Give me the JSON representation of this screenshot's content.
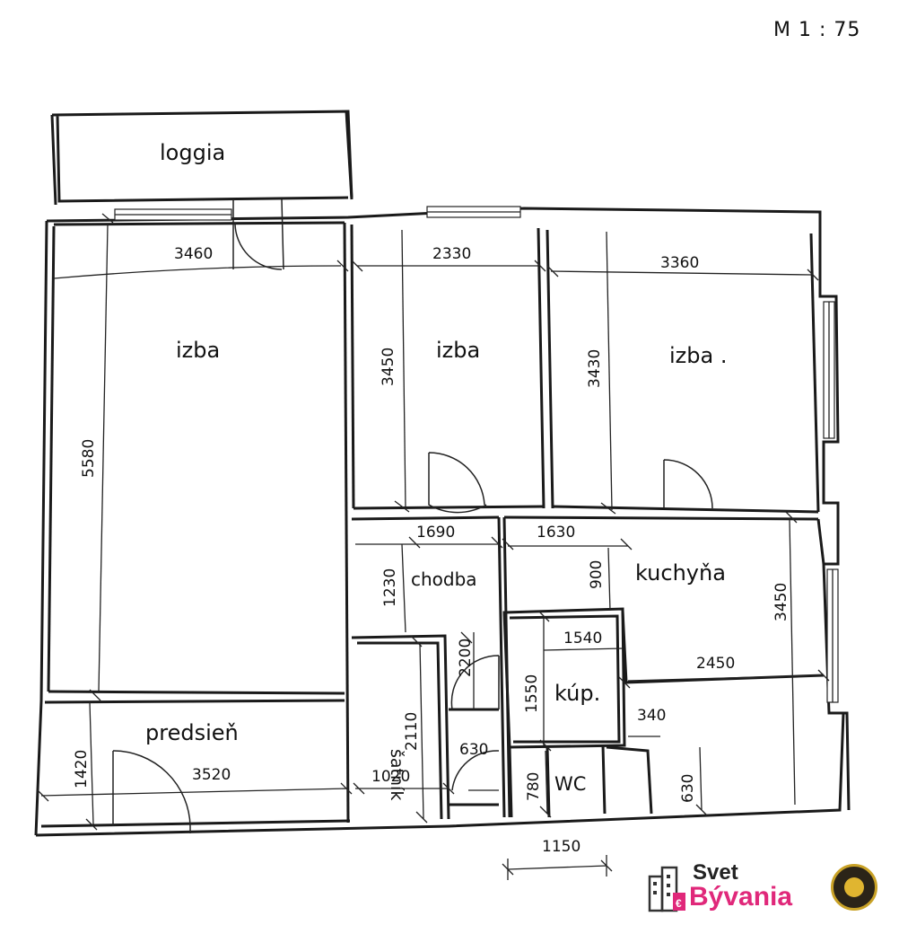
{
  "scale": "M 1 : 75",
  "rooms": {
    "loggia": "loggia",
    "izba1": "izba",
    "izba2": "izba",
    "izba3": "izba .",
    "chodba": "chodba",
    "kuchyna": "kuchyňa",
    "satnik": "šatník",
    "kup": "kúp.",
    "wc": "WC",
    "predsien": "predsieň"
  },
  "dims": {
    "d3460": "3460",
    "d2330": "2330",
    "d3360": "3360",
    "d5580": "5580",
    "d3450a": "3450",
    "d3430": "3430",
    "d1690": "1690",
    "d1630": "1630",
    "d1230": "1230",
    "d900": "900",
    "d3450b": "3450",
    "d1540": "1540",
    "d2200": "2200",
    "d2450": "2450",
    "d1550": "1550",
    "d2110": "2110",
    "d340": "340",
    "d630a": "630",
    "d780": "780",
    "d630b": "630",
    "d1420": "1420",
    "d3520": "3520",
    "d1020": "1020",
    "d1150": "1150"
  },
  "logo": {
    "line1": "Svet",
    "line2": "Bývania"
  }
}
